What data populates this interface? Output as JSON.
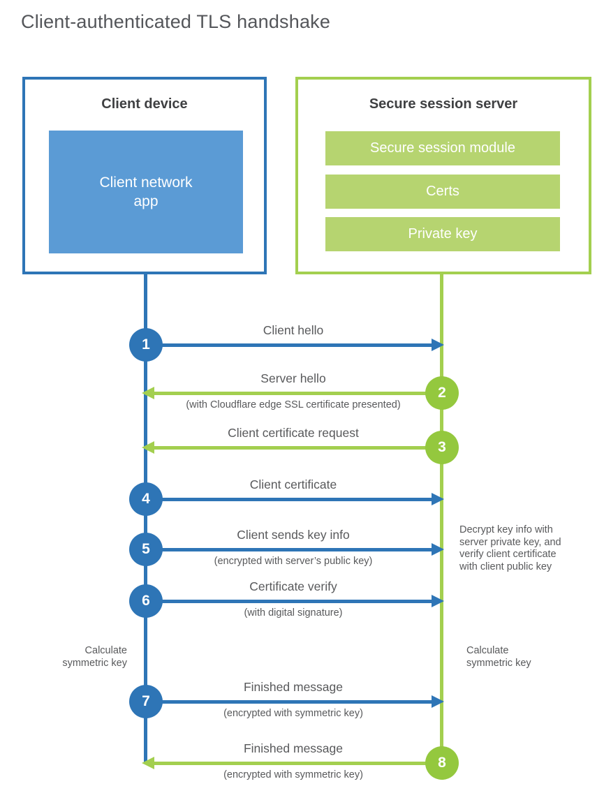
{
  "header": {
    "title": "Client-authenticated TLS handshake"
  },
  "client": {
    "title": "Client device",
    "app_label": "Client network\napp"
  },
  "server": {
    "title": "Secure session server",
    "modules": [
      "Secure session module",
      "Certs",
      "Private key"
    ]
  },
  "steps": [
    {
      "num": "1",
      "from": "client",
      "label": "Client hello",
      "sublabel": ""
    },
    {
      "num": "2",
      "from": "server",
      "label": "Server hello",
      "sublabel": "(with Cloudflare edge SSL certificate presented)"
    },
    {
      "num": "3",
      "from": "server",
      "label": "Client certificate request",
      "sublabel": ""
    },
    {
      "num": "4",
      "from": "client",
      "label": "Client certificate",
      "sublabel": ""
    },
    {
      "num": "5",
      "from": "client",
      "label": "Client sends key info",
      "sublabel": "(encrypted with server’s public key)"
    },
    {
      "num": "6",
      "from": "client",
      "label": "Certificate verify",
      "sublabel": "(with digital signature)"
    },
    {
      "num": "7",
      "from": "client",
      "label": "Finished message",
      "sublabel": "(encrypted with symmetric key)"
    },
    {
      "num": "8",
      "from": "server",
      "label": "Finished message",
      "sublabel": "(encrypted with symmetric key)"
    }
  ],
  "notes": {
    "left_calc": "Calculate\nsymmetric key",
    "right_calc": "Calculate\nsymmetric key",
    "decrypt": "Decrypt key info with\nserver private key, and\nverify client certificate\nwith client public key"
  },
  "colors": {
    "blue": "#2e75b6",
    "blue_fill": "#5b9bd5",
    "green": "#a3cf4f",
    "green_circle": "#94c83e",
    "green_fill": "#b6d470",
    "heading_text": "#3f4042",
    "label_text": "#58595b"
  }
}
